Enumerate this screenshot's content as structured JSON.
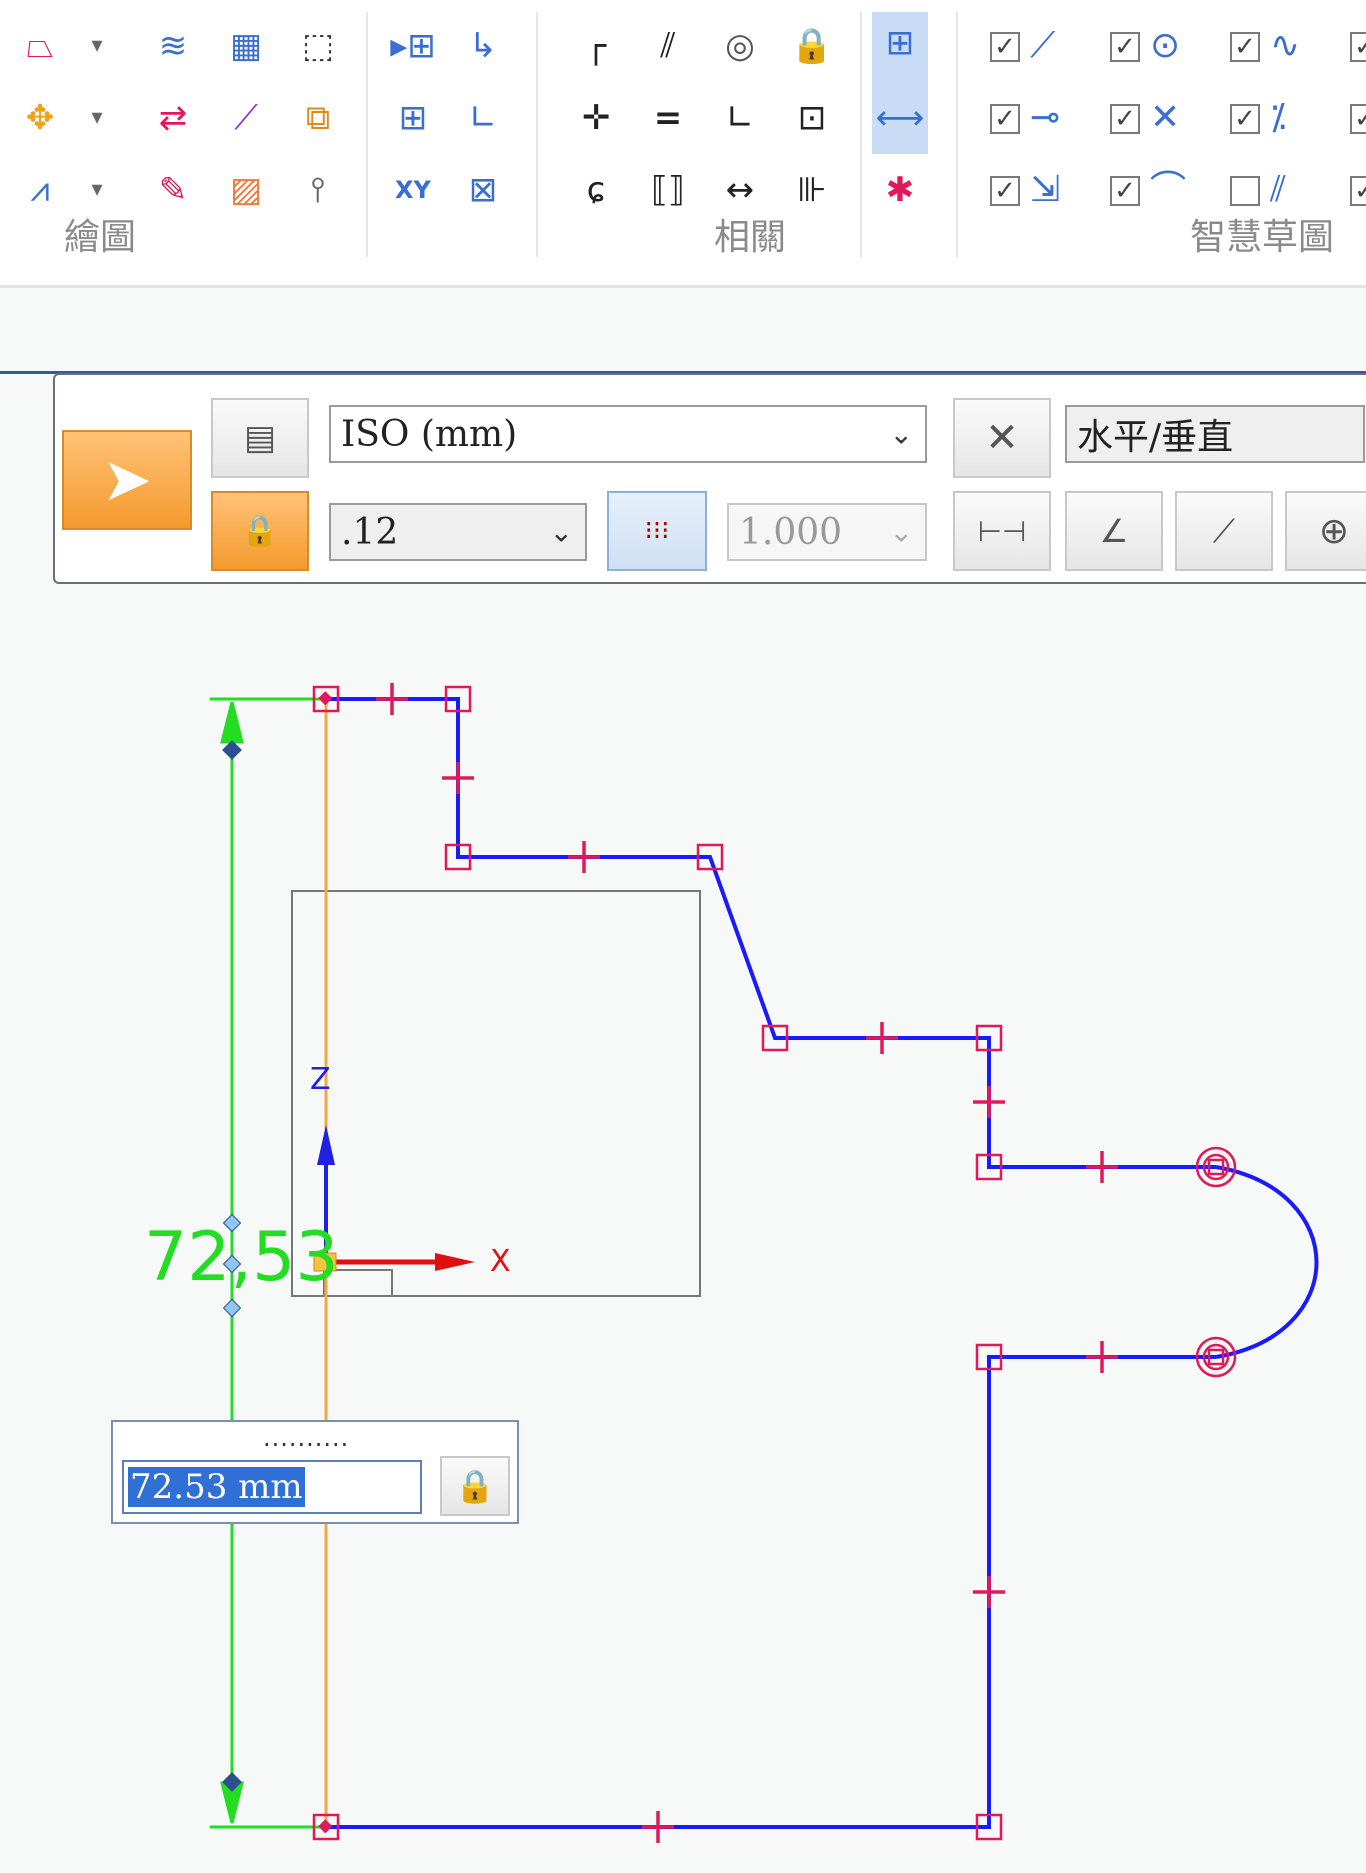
{
  "ribbon": {
    "groups": [
      {
        "label": "繪圖"
      },
      {
        "label": "相關"
      },
      {
        "label": "智慧草圖"
      }
    ],
    "icons": {
      "col1": [
        "profile-icon",
        "move-icon",
        "mirror-icon"
      ],
      "col2": [
        "offset-icon",
        "trim-icon",
        "pencil-icon"
      ],
      "col3": [
        "sketch-icon",
        "project-icon",
        "fill-icon"
      ],
      "col4": [
        "select-icon",
        "include-icon",
        "symmetric-axis-icon"
      ],
      "col5": [
        "play-grid-icon",
        "grid-select-icon",
        "xy-icon"
      ],
      "col6": [
        "arrow-icon",
        "corner-icon",
        "edit-grid-icon"
      ]
    },
    "glyphs": {
      "drawing": [
        "⌔",
        "⌖",
        "⊿",
        "⌁",
        "⫶",
        "✎",
        "⌘",
        "⟋",
        "▨",
        "⌧",
        "⬚",
        "⎍"
      ],
      "relate": [
        "┌",
        "⫽",
        "◎",
        "🔒",
        "✛",
        "=",
        "∟",
        "⊡",
        "ɕ",
        "⟦⟧",
        "↔",
        "⊪"
      ],
      "smart": [
        "⟋",
        "⊙",
        "∿",
        "⊸",
        "✕",
        "⁒",
        "⇲",
        "⌒",
        "⫽"
      ]
    },
    "xy_label": "XY",
    "smart_checks": [
      true,
      true,
      true,
      true,
      true,
      true,
      true,
      true,
      false
    ]
  },
  "command_bar": {
    "standard_select": "ISO (mm)",
    "precision_select": ".12",
    "scale_value": "1.000",
    "orientation_label": "水平/垂直"
  },
  "dimension": {
    "value_text": "72,53",
    "edit_value": "72.53 mm",
    "grip": ".........."
  },
  "axes": {
    "x_label": "X",
    "z_label": "Z"
  },
  "colors": {
    "profile": "#1a1aff",
    "dimension": "#22dd22",
    "reference": "#f5a742",
    "keypoint": "#e0195a",
    "axis_x": "#e01010",
    "axis_z": "#2020e0",
    "accent_active": "#c9dcf6"
  }
}
